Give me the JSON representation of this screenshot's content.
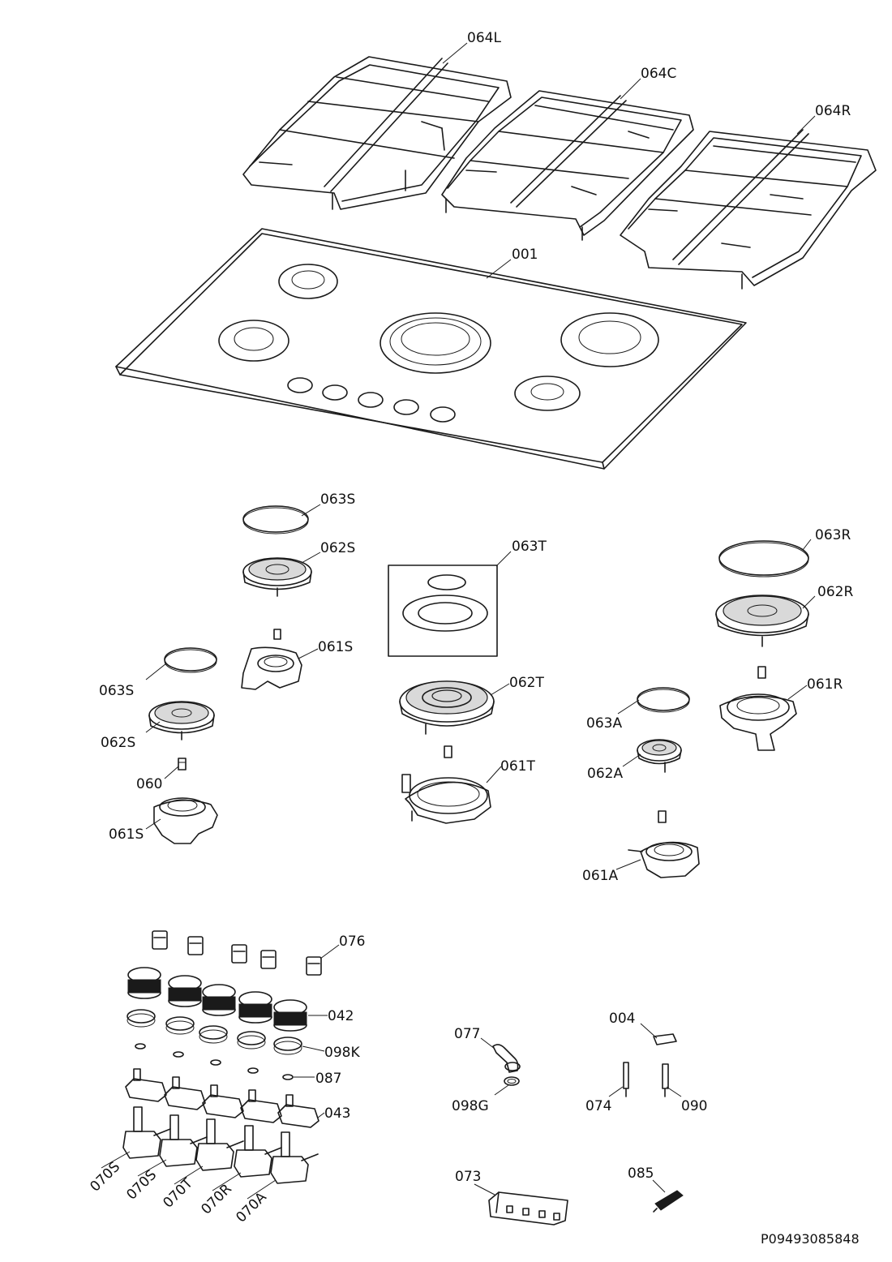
{
  "document_id": "P09493085848",
  "labels": {
    "grid_left": "064L",
    "grid_center": "064C",
    "grid_right": "064R",
    "hob_top": "001",
    "cap_s_upper": "063S",
    "crown_s_upper": "062S",
    "cap_triple": "063T",
    "cap_r": "063R",
    "crown_r": "062R",
    "body_s_upper": "061S",
    "cap_s_lower": "063S",
    "crown_s_lower": "062S",
    "crown_triple": "062T",
    "body_r": "061R",
    "cap_a": "063A",
    "crown_a": "062A",
    "injector": "060",
    "body_triple": "061T",
    "body_s_lower": "061S",
    "body_a": "061A",
    "knob_clip": "076",
    "knob": "042",
    "ring_seal": "098K",
    "washer": "087",
    "bracket": "043",
    "valve_s1": "070S",
    "valve_s2": "070S",
    "valve_t": "070T",
    "valve_r": "070R",
    "valve_a": "070A",
    "elbow": "077",
    "gasket": "098G",
    "clamp": "004",
    "thermocouple": "074",
    "spark_plug": "090",
    "switch": "073",
    "ignitor": "085"
  }
}
